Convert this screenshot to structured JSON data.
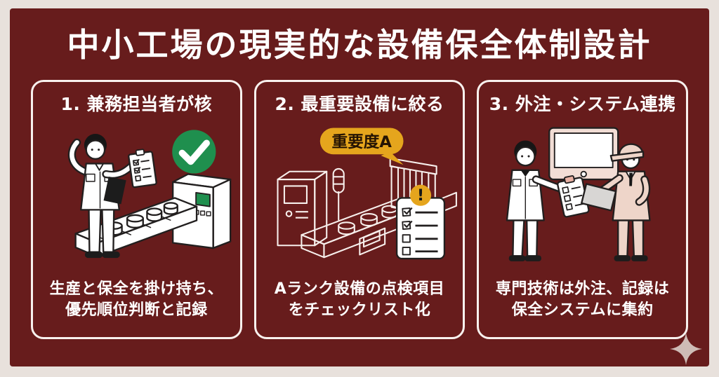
{
  "page": {
    "title": "中小工場の現実的な設備保全体制設計",
    "colors": {
      "background": "#671c1c",
      "frame": "#e8e1dc",
      "panel_border": "#f8f1ee",
      "text": "#ffffff",
      "accent_gold": "#e5a51d",
      "accent_green": "#1f8f4e",
      "sparkle": "#cfbcb6"
    },
    "decor_icon": "four-point-sparkle"
  },
  "panels": [
    {
      "heading": "1. 兼務担当者が核",
      "caption_line1": "生産と保全を掛け持ち、",
      "caption_line2": "優先順位判断と記録",
      "illustration": "worker-scratching-head-holding-checklist-beside-conveyor",
      "icons": [
        "green-checkmark-icon",
        "checklist-icon",
        "clipboard-icon",
        "conveyor-machine"
      ]
    },
    {
      "heading": "2. 最重要設備に絞る",
      "bubble_label": "重要度A",
      "alert_mark": "!",
      "caption_line1": "Aランク設備の点検項目",
      "caption_line2": "をチェックリスト化",
      "illustration": "outlined-production-line-with-importance-bubble-and-checklist",
      "icons": [
        "speech-bubble-icon",
        "alert-exclamation-icon",
        "checklist-icon",
        "signal-light-icon"
      ]
    },
    {
      "heading": "3. 外注・システム連携",
      "caption_line1": "専門技術は外注、記録は",
      "caption_line2": "保全システムに集約",
      "illustration": "two-workers-sharing-checklist-and-tablet-under-monitor",
      "icons": [
        "monitor-icon",
        "clipboard-icon",
        "tablet-icon"
      ]
    }
  ]
}
